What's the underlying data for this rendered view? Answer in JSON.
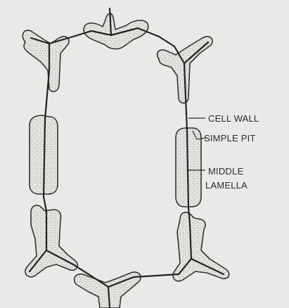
{
  "diagram": {
    "labels": {
      "cell_wall": "CELL WALL",
      "simple_pit": "SIMPLE PIT",
      "middle_lamella_line1": "MIDDLE",
      "middle_lamella_line2": "LAMELLA"
    }
  }
}
